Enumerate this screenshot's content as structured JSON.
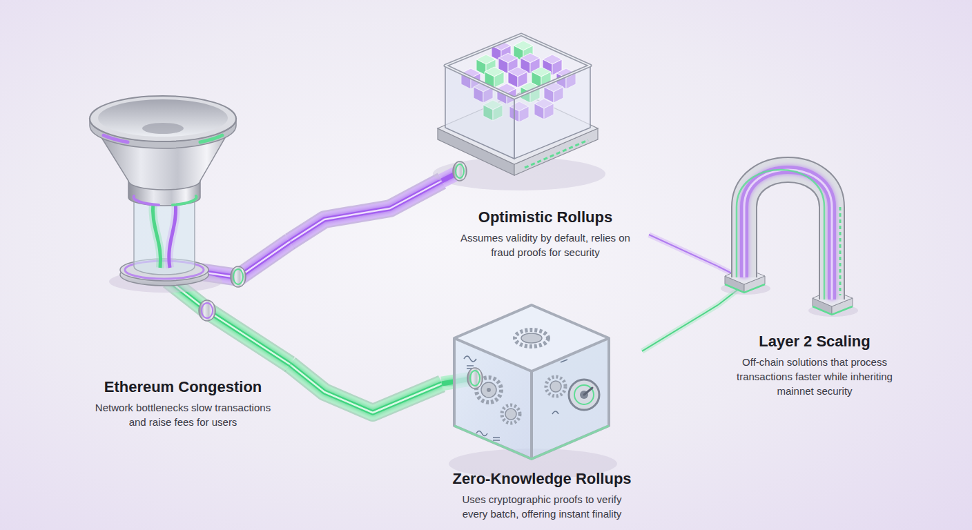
{
  "diagram": {
    "nodes": [
      {
        "text": [
          "Ethereum Congestion",
          "Network bottlenecks slow transactions and raise fees for users"
        ]
      },
      {
        "text": [
          "Optimistic Rollups",
          "Assumes validity by default, relies on fraud proofs for security"
        ]
      },
      {
        "text": [
          "Zero-Knowledge Rollups",
          "Uses cryptographic proofs to verify every batch, offering instant finality"
        ]
      },
      {
        "text": [
          "Layer 2 Scaling",
          "Off-chain solutions that process transactions faster while inheriting mainnet security"
        ]
      }
    ],
    "edges": [
      {
        "from": 0,
        "to": 1,
        "arrow": "none"
      },
      {
        "from": 0,
        "to": 2,
        "arrow": "none"
      },
      {
        "from": 1,
        "to": 3,
        "arrow": "none"
      },
      {
        "from": 2,
        "to": 3,
        "arrow": "none"
      }
    ]
  }
}
